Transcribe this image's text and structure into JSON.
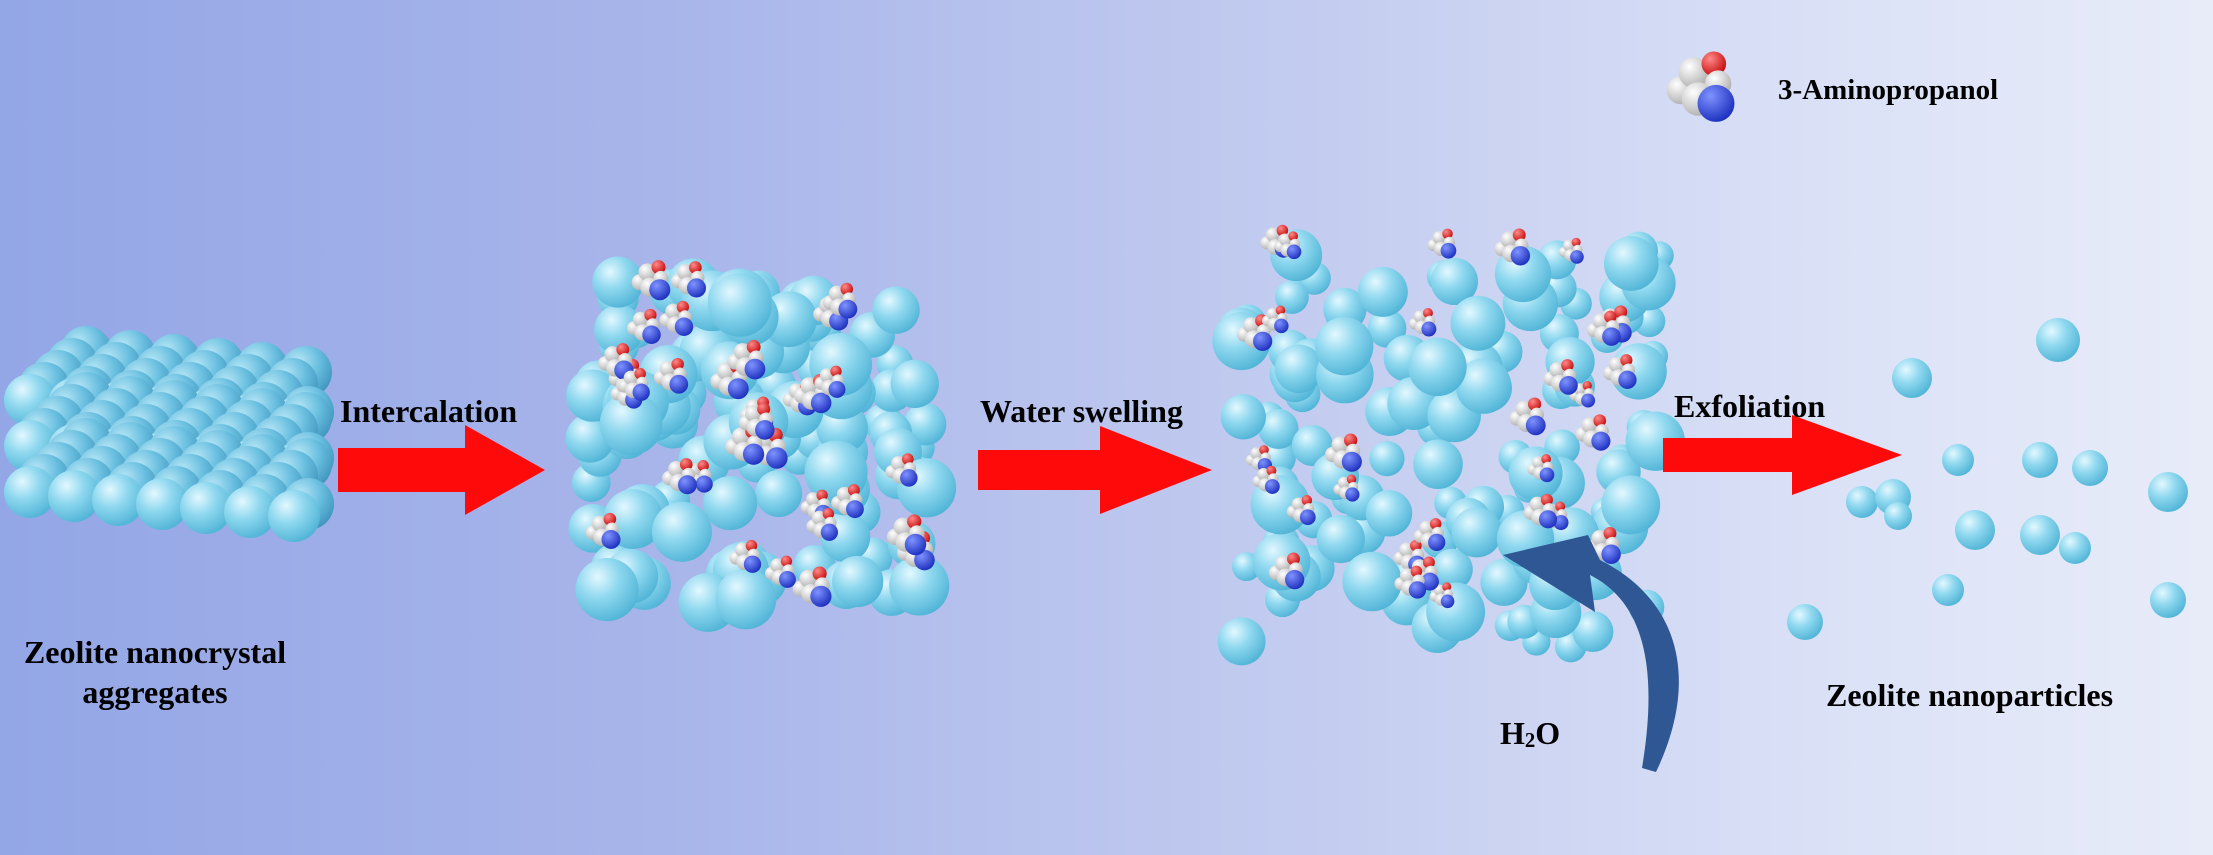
{
  "legend": {
    "molecule_label": "3-Aminopropanol"
  },
  "steps": {
    "step1": "Intercalation",
    "step2": "Water swelling",
    "step3": "Exfoliation"
  },
  "captions": {
    "start_line1": "Zeolite nanocrystal",
    "start_line2": "aggregates",
    "end": "Zeolite nanoparticles"
  },
  "water": {
    "main": "H",
    "subscript": "2",
    "tail": "O"
  },
  "colors": {
    "background_left": "#93a6e6",
    "background_right": "#e8ecf9",
    "zeolite_sphere": "#6ec9e6",
    "zeolite_highlight": "#d9f6ff",
    "process_arrow": "#ff0a0a",
    "water_arrow": "#2e5794",
    "nitrogen": "#1d3bd6",
    "oxygen": "#e01010",
    "carbon_hydrogen": "#e6e6e6"
  }
}
